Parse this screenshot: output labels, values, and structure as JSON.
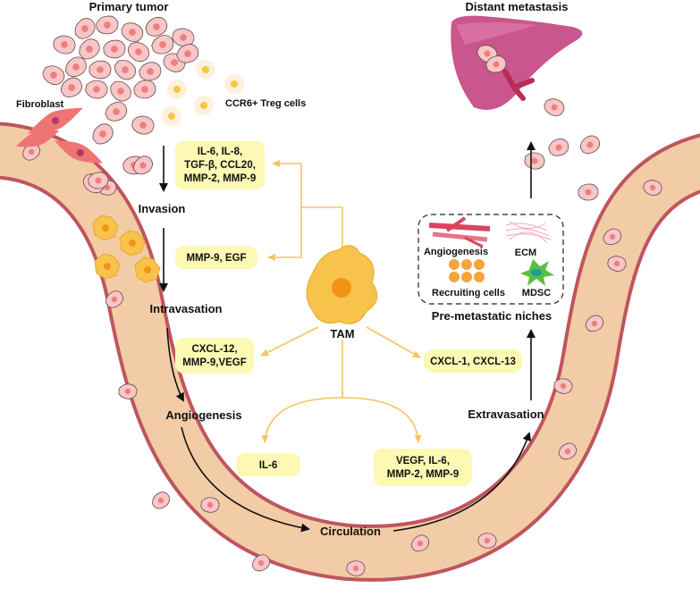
{
  "labels": {
    "primary_tumor": "Primary tumor",
    "distant_metastasis": "Distant metastasis",
    "fibroblast": "Fibroblast",
    "treg": "CCR6+ Treg cells",
    "invasion": "Invasion",
    "intravasation": "Intravasation",
    "angiogenesis_stage": "Angiogenesis",
    "circulation": "Circulation",
    "extravasation": "Extravasation",
    "tam": "TAM",
    "niche_title": "Pre-metastatic niches",
    "niche_angiogenesis": "Angiogenesis",
    "niche_ecm": "ECM",
    "niche_recruiting": "Recruiting cells",
    "niche_mdsc": "MDSC"
  },
  "boxes": {
    "box1": [
      "IL-6, IL-8,",
      "TGF-β, CCL20,",
      "MMP-2, MMP-9"
    ],
    "box2": [
      "MMP-9, EGF"
    ],
    "box3": [
      "CXCL-12,",
      "MMP-9,VEGF"
    ],
    "box4": [
      "CXCL-1, CXCL-13"
    ],
    "box5": [
      "IL-6"
    ],
    "box6": [
      "VEGF, IL-6,",
      "MMP-2, MMP-9"
    ]
  },
  "colors": {
    "vessel_fill": "#f2cca6",
    "vessel_edge": "#c0555e",
    "tumor_cell": "#f7c6c6",
    "tumor_nucleus": "#ee7f7f",
    "tam_fill": "#f7c34a",
    "tam_nucleus": "#f29413",
    "box_fill": "#fdf8b3",
    "tam_arrow": "#f5c55e",
    "liver": "#c9568c"
  }
}
